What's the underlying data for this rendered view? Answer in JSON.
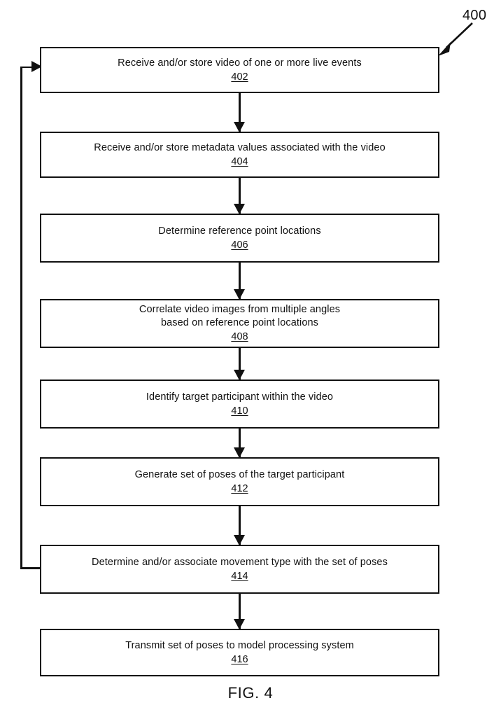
{
  "figure": {
    "caption": "FIG. 4",
    "callout_label": "400",
    "callout_icon": "diagonal-arrow-icon"
  },
  "flowchart": {
    "type": "process-flowchart",
    "orientation": "vertical",
    "line_color": "#111111",
    "box_fill": "#ffffff",
    "nodes": [
      {
        "ref": "402",
        "text": "Receive and/or store video of one or more live events",
        "lines": 1
      },
      {
        "ref": "404",
        "text": "Receive and/or store metadata values associated with the video",
        "lines": 1
      },
      {
        "ref": "406",
        "text": "Determine reference point locations",
        "lines": 1
      },
      {
        "ref": "408",
        "text": "Correlate video images from multiple angles\nbased on reference point locations",
        "lines": 2
      },
      {
        "ref": "410",
        "text": "Identify target participant within the video",
        "lines": 1
      },
      {
        "ref": "412",
        "text": "Generate set of poses of the target participant",
        "lines": 1
      },
      {
        "ref": "414",
        "text": "Determine and/or associate movement type with the set of poses",
        "lines": 1
      },
      {
        "ref": "416",
        "text": "Transmit set of poses to model processing system",
        "lines": 1
      }
    ],
    "edges": [
      {
        "from": "402",
        "to": "404",
        "style": "arrow-down"
      },
      {
        "from": "404",
        "to": "406",
        "style": "arrow-down"
      },
      {
        "from": "406",
        "to": "408",
        "style": "arrow-down"
      },
      {
        "from": "408",
        "to": "410",
        "style": "arrow-down"
      },
      {
        "from": "410",
        "to": "412",
        "style": "arrow-down"
      },
      {
        "from": "412",
        "to": "414",
        "style": "arrow-down"
      },
      {
        "from": "414",
        "to": "416",
        "style": "arrow-down"
      },
      {
        "from": "414",
        "to": "402",
        "style": "feedback-loop-left"
      }
    ]
  }
}
